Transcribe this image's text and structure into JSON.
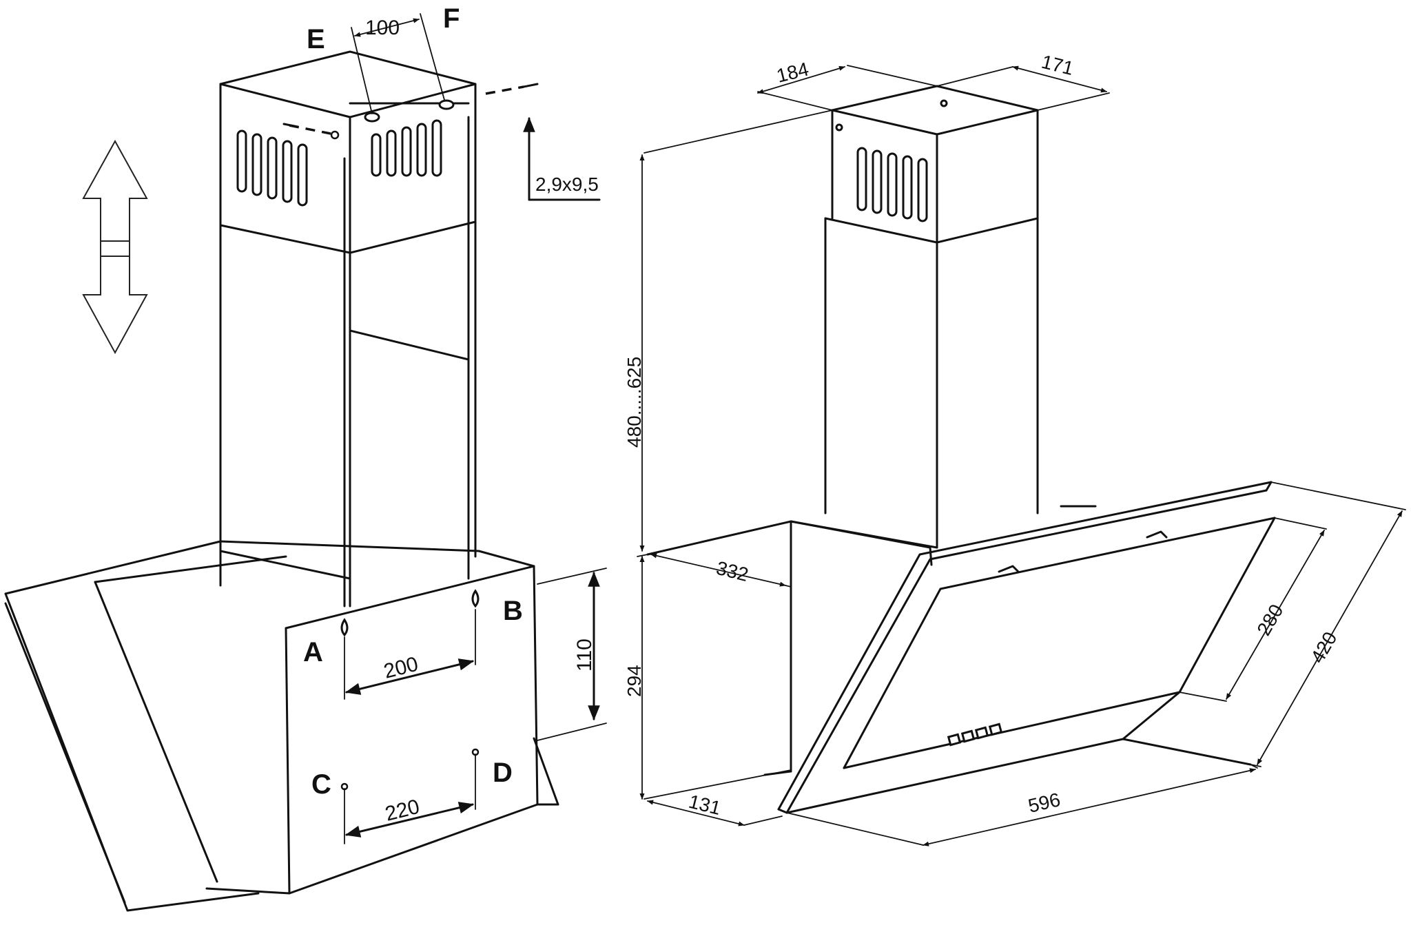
{
  "colors": {
    "line": "#111111",
    "background": "#ffffff"
  },
  "left_view": {
    "labels": {
      "a": "A",
      "b": "B",
      "c": "C",
      "d": "D",
      "e": "E",
      "f": "F"
    },
    "dims": {
      "ef": "100",
      "ab": "200",
      "cd": "220",
      "vertical": "110"
    },
    "screw": "2,9x9,5",
    "icon": "double-arrow-up-down-icon"
  },
  "right_view": {
    "dims": {
      "top_left": "184",
      "top_right": "171",
      "chimney_height": "480.....625",
      "depth_top": "332",
      "height_body": "294",
      "depth_bottom": "131",
      "width": "596",
      "panel_inner": "280",
      "panel_outer": "420"
    }
  }
}
